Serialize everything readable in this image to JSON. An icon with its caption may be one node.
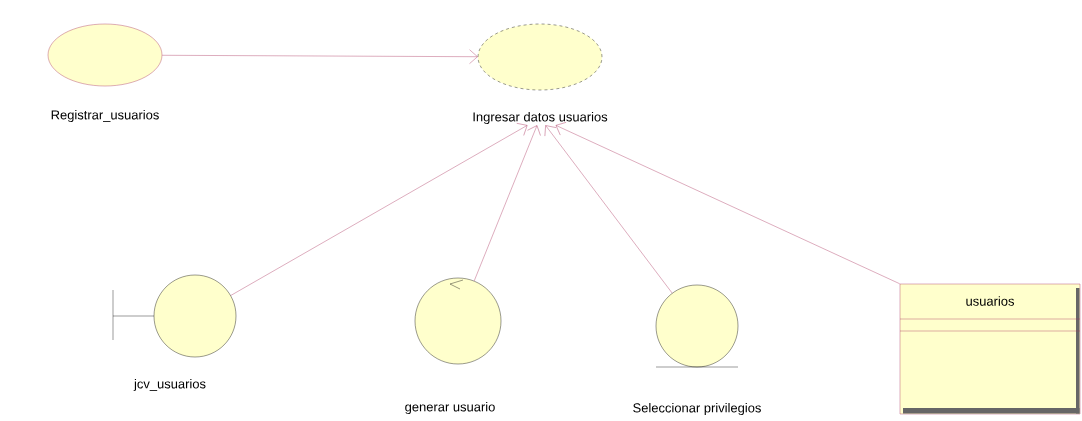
{
  "diagram": {
    "nodes": [
      {
        "text": [
          "Registrar_usuarios"
        ]
      },
      {
        "text": [
          "Ingresar datos usuarios"
        ]
      },
      {
        "text": [
          "jcv_usuarios"
        ]
      },
      {
        "text": [
          "generar usuario"
        ]
      },
      {
        "text": [
          "Seleccionar privilegios"
        ]
      },
      {
        "text": [
          "usuarios"
        ]
      }
    ],
    "edges": [
      {
        "from": 0,
        "to": 1,
        "arrow": "to"
      },
      {
        "from": 2,
        "to": 1,
        "arrow": "to"
      },
      {
        "from": 3,
        "to": 1,
        "arrow": "to"
      },
      {
        "from": 4,
        "to": 1,
        "arrow": "to"
      },
      {
        "from": 5,
        "to": 1,
        "arrow": "to"
      }
    ]
  }
}
